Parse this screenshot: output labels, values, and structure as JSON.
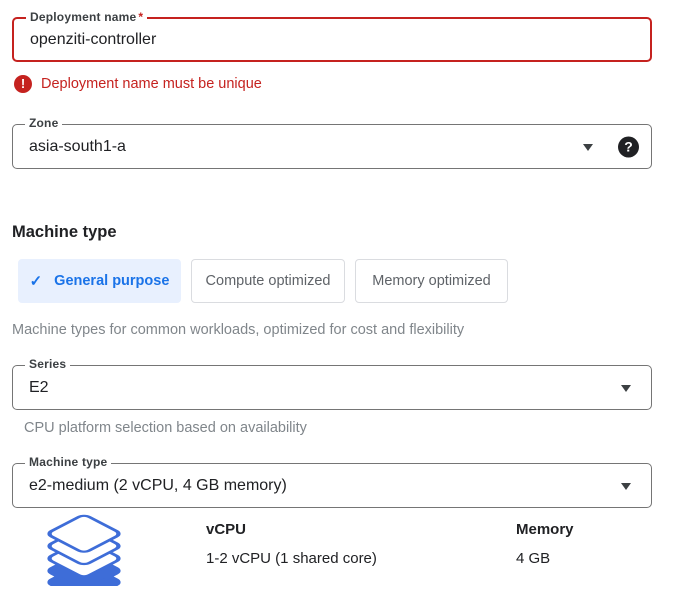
{
  "icons": {
    "check": "✓",
    "help": "?",
    "error": "!"
  },
  "colors": {
    "error_red": "#c5221f",
    "accent_blue": "#1a73e8",
    "tab_selected_bg": "#e8f0fe",
    "icon_blue": "#3e6dd8"
  },
  "deployment_name": {
    "label": "Deployment name",
    "required": "*",
    "value": "openziti-controller",
    "error_message": "Deployment name must be unique"
  },
  "zone": {
    "label": "Zone",
    "value": "asia-south1-a"
  },
  "machine_type_section": {
    "heading": "Machine type",
    "tabs": [
      {
        "label": "General purpose",
        "selected": true
      },
      {
        "label": "Compute optimized",
        "selected": false
      },
      {
        "label": "Memory optimized",
        "selected": false
      }
    ],
    "description": "Machine types for common workloads, optimized for cost and flexibility"
  },
  "series": {
    "label": "Series",
    "value": "E2",
    "helper": "CPU platform selection based on availability"
  },
  "machine_type": {
    "label": "Machine type",
    "value": "e2-medium (2 vCPU, 4 GB memory)"
  },
  "machine_info": {
    "vcpu": {
      "header": "vCPU",
      "value": "1-2 vCPU (1 shared core)"
    },
    "memory": {
      "header": "Memory",
      "value": "4 GB"
    }
  }
}
